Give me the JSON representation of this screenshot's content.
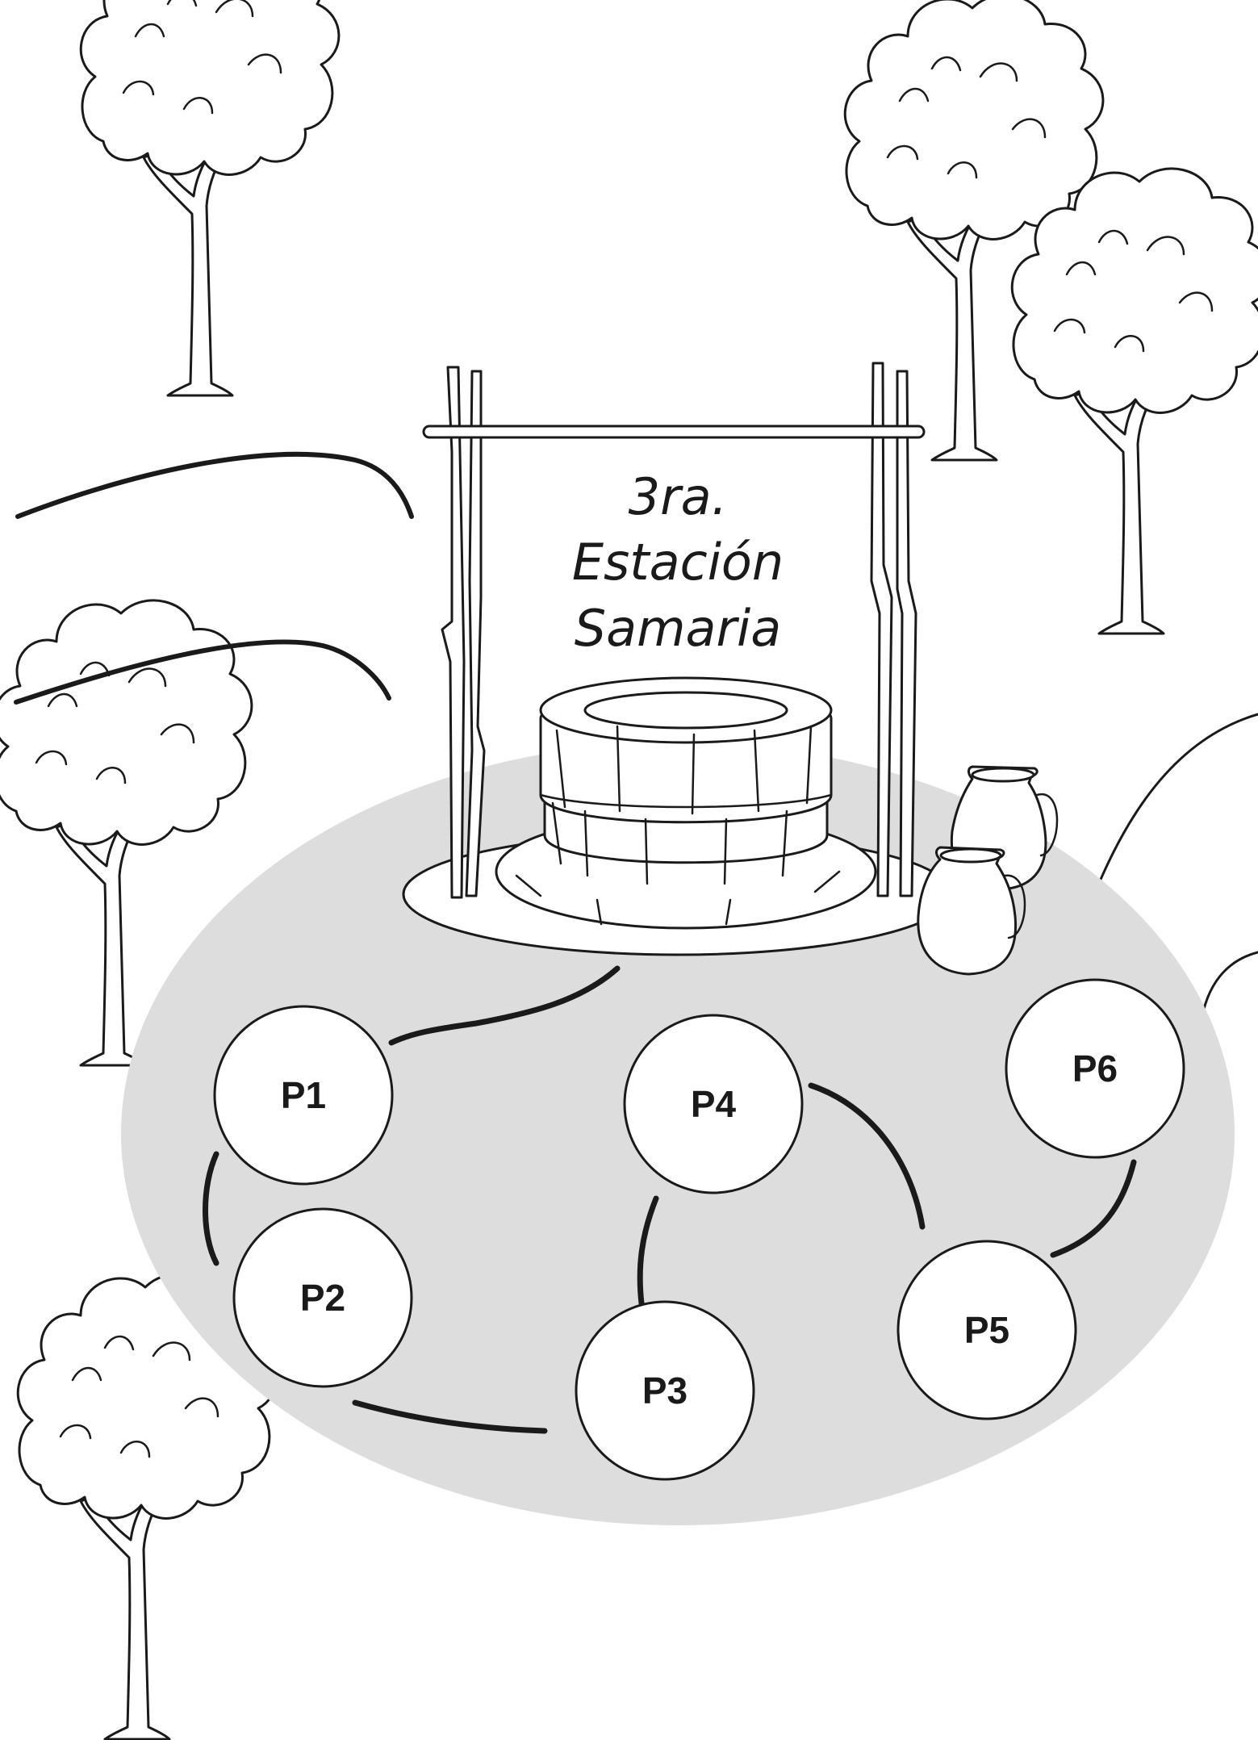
{
  "station": {
    "line1": "3ra.",
    "line2": "Estación",
    "line3": "Samaria"
  },
  "nodes": [
    {
      "id": "p1",
      "label": "P1"
    },
    {
      "id": "p2",
      "label": "P2"
    },
    {
      "id": "p3",
      "label": "P3"
    },
    {
      "id": "p4",
      "label": "P4"
    },
    {
      "id": "p5",
      "label": "P5"
    },
    {
      "id": "p6",
      "label": "P6"
    }
  ],
  "colors": {
    "ground": "#dddddd",
    "ink": "#1a1a1a",
    "paper": "#ffffff"
  }
}
